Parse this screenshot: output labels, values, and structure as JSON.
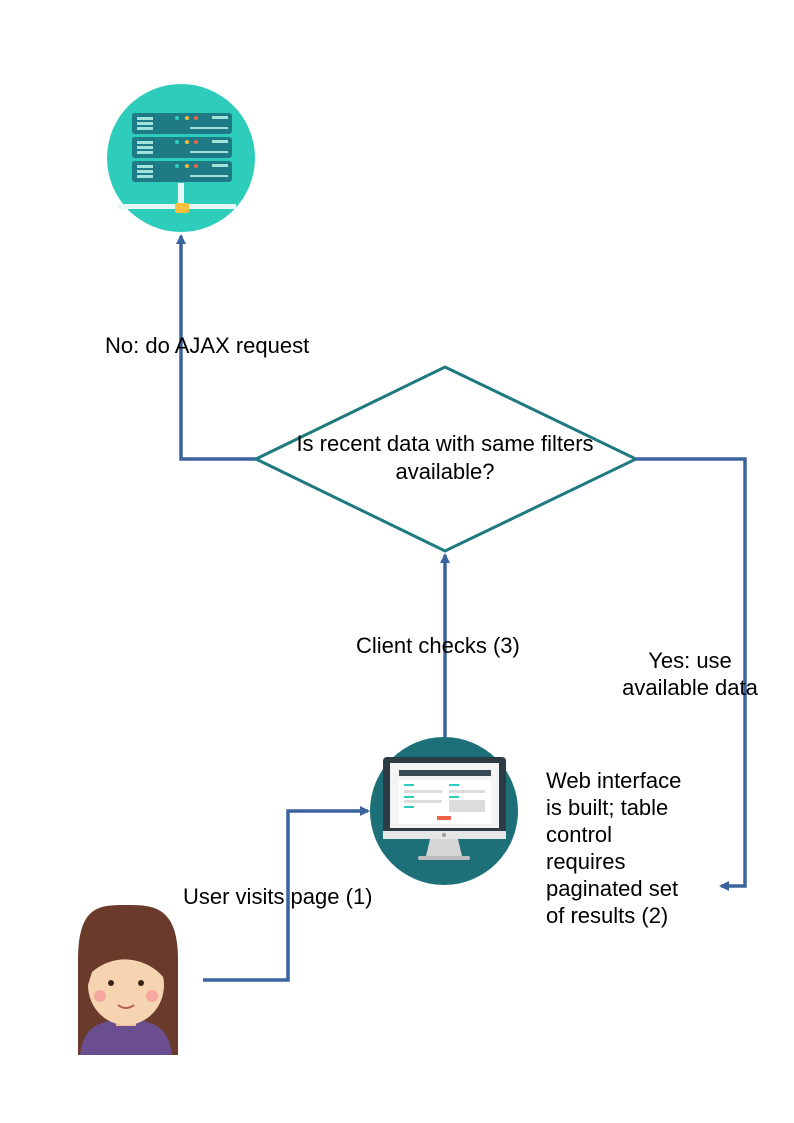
{
  "decision": {
    "question": "Is recent data with same filters available?"
  },
  "labels": {
    "no_branch": "No: do AJAX request",
    "client_checks": "Client checks (3)",
    "yes_branch_line1": "Yes: use",
    "yes_branch_line2": "available data",
    "user_visits": "User visits page (1)"
  },
  "web_interface_note": [
    "Web interface",
    "is built; table",
    "control",
    "requires",
    "paginated set",
    "of results (2)"
  ],
  "icons": {
    "server": "server-icon",
    "computer": "monitor-icon",
    "user": "user-avatar-icon"
  },
  "colors": {
    "arrow": "#3a63a0",
    "diamond_stroke": "#1f7a7f",
    "server_bg": "#2ecdbb",
    "server_rack": "#1e7b86",
    "monitor_bg": "#1d6f78",
    "hair": "#6a3b2a",
    "skin": "#f6d4b1"
  }
}
